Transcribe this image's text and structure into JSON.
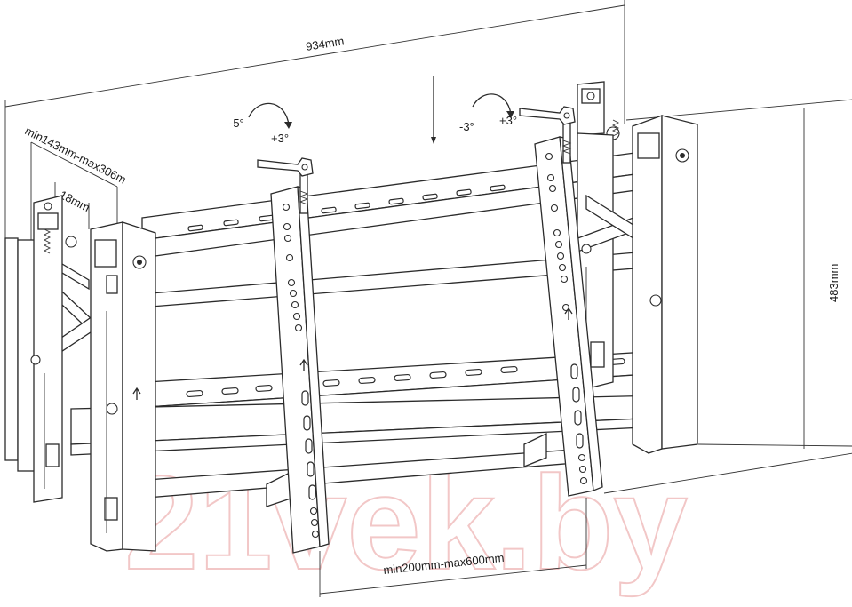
{
  "dimensions": {
    "width_label": "934mm",
    "height_label": "483mm",
    "depth_label": "min143mm-max306m",
    "offset_label": "18mm",
    "vesa_label": "min200mm-max600mm"
  },
  "tilt": {
    "left_minus": "-5°",
    "left_plus": "+3°",
    "right_minus": "-3°",
    "right_plus": "+3°"
  },
  "watermark": "21vek.by",
  "colors": {
    "line": "#2b2b2b",
    "watermark": "#f2c7c7"
  },
  "icons": [
    "up-arrow-icon",
    "rotation-arrow-icon",
    "lever-handle-icon"
  ]
}
